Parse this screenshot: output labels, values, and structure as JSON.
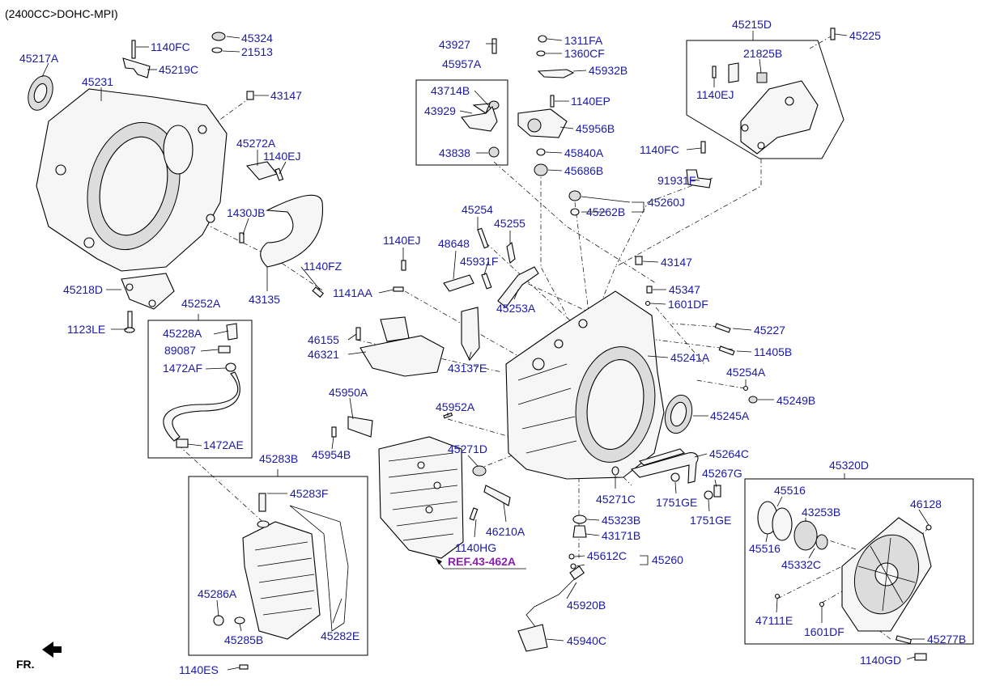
{
  "header": "(2400CC>DOHC-MPI)",
  "fr_label": "FR.",
  "ref_label": "REF.43-462A",
  "colors": {
    "label": "#1a1aa6",
    "ref": "#8a1fb0",
    "line": "#000000"
  },
  "labels": {
    "p45217A": "45217A",
    "p45231": "45231",
    "p1140FC_a": "1140FC",
    "p45219C": "45219C",
    "p45324": "45324",
    "p21513": "21513",
    "p43147_a": "43147",
    "p45272A": "45272A",
    "p1140EJ_a": "1140EJ",
    "p1430JB": "1430JB",
    "p1140FZ": "1140FZ",
    "p43135": "43135",
    "p45218D": "45218D",
    "p1123LE": "1123LE",
    "p45252A": "45252A",
    "p45228A": "45228A",
    "p89087": "89087",
    "p1472AF": "1472AF",
    "p1472AE": "1472AE",
    "p45283B": "45283B",
    "p45283F": "45283F",
    "p45286A": "45286A",
    "p45285B": "45285B",
    "p45282E": "45282E",
    "p1140ES": "1140ES",
    "p43927": "43927",
    "p45957A": "45957A",
    "p43714B": "43714B",
    "p43929": "43929",
    "p43838": "43838",
    "p1311FA": "1311FA",
    "p1360CF": "1360CF",
    "p45932B": "45932B",
    "p1140EP": "1140EP",
    "p45956B": "45956B",
    "p45840A": "45840A",
    "p45686B": "45686B",
    "p45215D": "45215D",
    "p45225": "45225",
    "p21825B": "21825B",
    "p1140EJ_b": "1140EJ",
    "p1140FC_b": "1140FC",
    "p91931F": "91931F",
    "p45260J": "45260J",
    "p45262B": "45262B",
    "p45254": "45254",
    "p45255": "45255",
    "p1140EJ_c": "1140EJ",
    "p48648": "48648",
    "p45931F": "45931F",
    "p43147_b": "43147",
    "p45347": "45347",
    "p1601DF_a": "1601DF",
    "p1141AA": "1141AA",
    "p45253A": "45253A",
    "p45227": "45227",
    "p11405B": "11405B",
    "p46155": "46155",
    "p46321": "46321",
    "p43137E": "43137E",
    "p45241A": "45241A",
    "p45254A": "45254A",
    "p45249B": "45249B",
    "p45245A": "45245A",
    "p45950A": "45950A",
    "p45952A": "45952A",
    "p45954B": "45954B",
    "p45271D": "45271D",
    "p45264C": "45264C",
    "p45267G": "45267G",
    "p45271C": "45271C",
    "p1751GE_a": "1751GE",
    "p1751GE_b": "1751GE",
    "p45323B": "45323B",
    "p43171B": "43171B",
    "p46210A": "46210A",
    "p1140HG": "1140HG",
    "p45612C": "45612C",
    "p45260": "45260",
    "p45920B": "45920B",
    "p45940C": "45940C",
    "p45320D": "45320D",
    "p45516_a": "45516",
    "p45516_b": "45516",
    "p43253B": "43253B",
    "p46128": "46128",
    "p45332C": "45332C",
    "p47111E": "47111E",
    "p1601DF_b": "1601DF",
    "p45277B": "45277B",
    "p1140GD": "1140GD"
  }
}
